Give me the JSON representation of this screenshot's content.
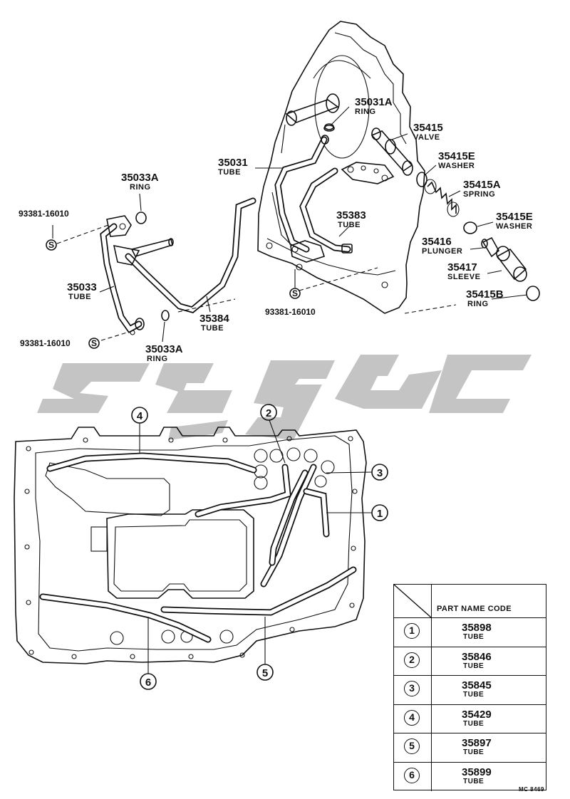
{
  "upper_labels": {
    "p35031A": {
      "code": "35031A",
      "name": "RING"
    },
    "p35415": {
      "code": "35415",
      "name": "VALVE"
    },
    "p35415E_1": {
      "code": "35415E",
      "name": "WASHER"
    },
    "p35031": {
      "code": "35031",
      "name": "TUBE"
    },
    "p35415A": {
      "code": "35415A",
      "name": "SPRING"
    },
    "p35033A_1": {
      "code": "35033A",
      "name": "RING"
    },
    "p35415E_2": {
      "code": "35415E",
      "name": "WASHER"
    },
    "p35383": {
      "code": "35383",
      "name": "TUBE"
    },
    "p35416": {
      "code": "35416",
      "name": "PLUNGER"
    },
    "p35417": {
      "code": "35417",
      "name": "SLEEVE"
    },
    "p35033": {
      "code": "35033",
      "name": "TUBE"
    },
    "p35415B": {
      "code": "35415B",
      "name": "RING"
    },
    "p35384": {
      "code": "35384",
      "name": "TUBE"
    },
    "p35033A_2": {
      "code": "35033A",
      "name": "RING"
    },
    "bolt_1": "93381-16010",
    "bolt_2": "93381-16010",
    "bolt_3": "93381-16010",
    "s_mark": "S"
  },
  "callouts": [
    "1",
    "2",
    "3",
    "4",
    "5",
    "6"
  ],
  "legend": {
    "header": "PART NAME CODE",
    "rows": [
      {
        "num": "1",
        "code": "35898",
        "name": "TUBE"
      },
      {
        "num": "2",
        "code": "35846",
        "name": "TUBE"
      },
      {
        "num": "3",
        "code": "35845",
        "name": "TUBE"
      },
      {
        "num": "4",
        "code": "35429",
        "name": "TUBE"
      },
      {
        "num": "5",
        "code": "35897",
        "name": "TUBE"
      },
      {
        "num": "6",
        "code": "35899",
        "name": "TUBE"
      }
    ]
  },
  "footer": "MC 8469",
  "watermark_color": "#c4c4c4"
}
